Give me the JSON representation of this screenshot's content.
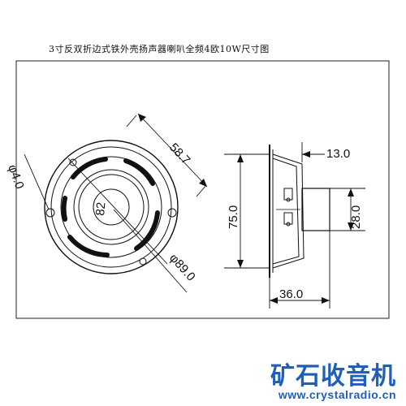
{
  "title": "3寸反双折边式铁外壳扬声器喇叭全频4欧10W尺寸图",
  "dimensions": {
    "outer_diameter": "φ89.0",
    "mount_hole_diameter": "φ4.0",
    "hole_spacing": "58.7",
    "dust_cap": "82",
    "height_overall": "75.0",
    "depth_front": "13.0",
    "magnet_diameter": "28.0",
    "total_depth": "36.0"
  },
  "watermark": {
    "brand": "矿石收音机",
    "url": "www.crystalradio.cn"
  }
}
